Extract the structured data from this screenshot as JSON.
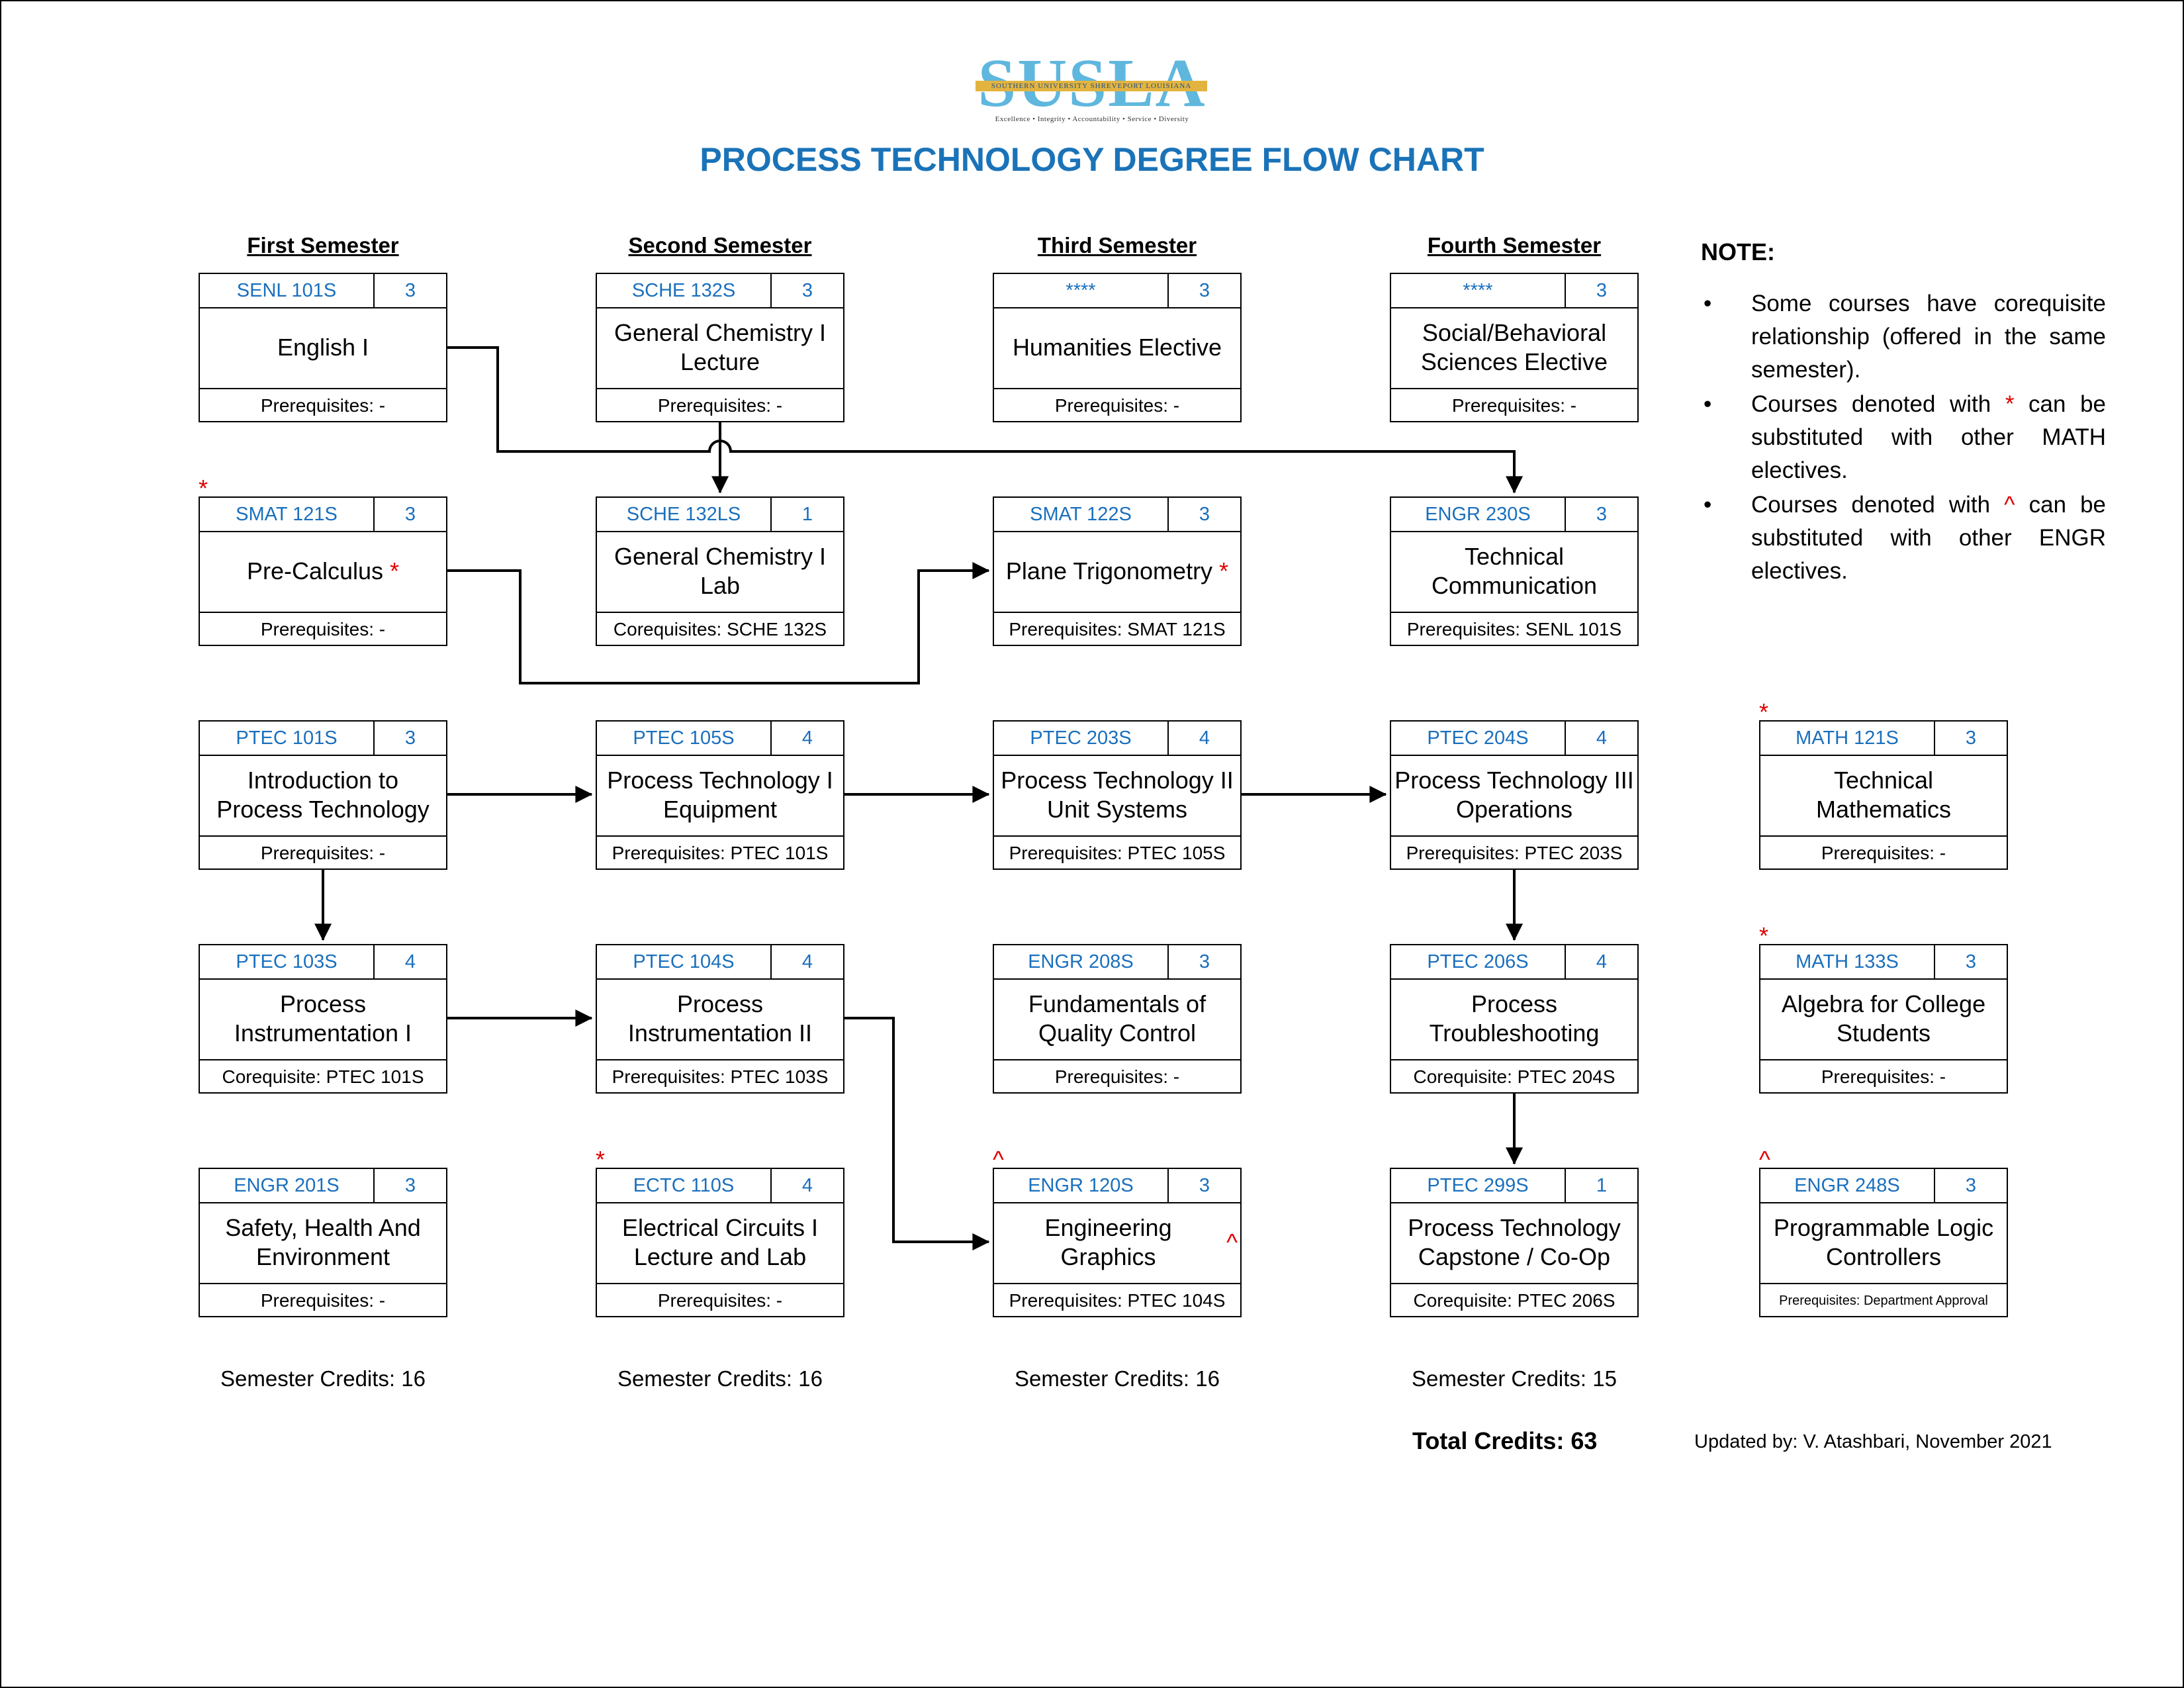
{
  "logo": {
    "text": "SUSLA",
    "band": "SOUTHERN UNIVERSITY SHREVEPORT LOUISIANA",
    "tagline": "Excellence • Integrity • Accountability • Service • Diversity"
  },
  "title": "PROCESS TECHNOLOGY DEGREE FLOW CHART",
  "semesters": [
    "First Semester",
    "Second Semester",
    "Third Semester",
    "Fourth Semester"
  ],
  "courses": [
    {
      "code": "SENL 101S",
      "credits": "3",
      "name": "English I",
      "req": "Prerequisites: -"
    },
    {
      "code": "SCHE 132S",
      "credits": "3",
      "name": "General Chemistry I Lecture",
      "req": "Prerequisites: -"
    },
    {
      "code": "****",
      "credits": "3",
      "name": "Humanities Elective",
      "req": "Prerequisites: -"
    },
    {
      "code": "****",
      "credits": "3",
      "name": "Social/Behavioral Sciences Elective",
      "req": "Prerequisites: -"
    },
    {
      "code": "SMAT 121S",
      "credits": "3",
      "name": "Pre-Calculus",
      "mark": "*",
      "req": "Prerequisites: -"
    },
    {
      "code": "SCHE 132LS",
      "credits": "1",
      "name": "General Chemistry I Lab",
      "req": "Corequisites: SCHE 132S"
    },
    {
      "code": "SMAT 122S",
      "credits": "3",
      "name": "Plane Trigonometry",
      "mark": "*",
      "req": "Prerequisites: SMAT 121S"
    },
    {
      "code": "ENGR 230S",
      "credits": "3",
      "name": "Technical Communication",
      "req": "Prerequisites: SENL 101S"
    },
    {
      "code": "PTEC 101S",
      "credits": "3",
      "name": "Introduction to Process Technology",
      "req": "Prerequisites: -"
    },
    {
      "code": "PTEC 105S",
      "credits": "4",
      "name": "Process Technology I Equipment",
      "req": "Prerequisites: PTEC 101S"
    },
    {
      "code": "PTEC 203S",
      "credits": "4",
      "name": "Process Technology II Unit Systems",
      "req": "Prerequisites: PTEC 105S"
    },
    {
      "code": "PTEC 204S",
      "credits": "4",
      "name": "Process Technology III Operations",
      "req": "Prerequisites: PTEC 203S"
    },
    {
      "code": "MATH 121S",
      "credits": "3",
      "name": "Technical Mathematics",
      "req": "Prerequisites: -"
    },
    {
      "code": "PTEC 103S",
      "credits": "4",
      "name": "Process Instrumentation I",
      "req": "Corequisite: PTEC 101S"
    },
    {
      "code": "PTEC 104S",
      "credits": "4",
      "name": "Process Instrumentation II",
      "req": "Prerequisites: PTEC 103S"
    },
    {
      "code": "ENGR 208S",
      "credits": "3",
      "name": "Fundamentals of Quality Control",
      "req": "Prerequisites: -"
    },
    {
      "code": "PTEC 206S",
      "credits": "4",
      "name": "Process Troubleshooting",
      "req": "Corequisite: PTEC 204S"
    },
    {
      "code": "MATH 133S",
      "credits": "3",
      "name": "Algebra for College Students",
      "req": "Prerequisites: -"
    },
    {
      "code": "ENGR 201S",
      "credits": "3",
      "name": "Safety, Health And Environment",
      "req": "Prerequisites: -"
    },
    {
      "code": "ECTC 110S",
      "credits": "4",
      "name": "Electrical Circuits I Lecture and Lab",
      "req": "Prerequisites: -"
    },
    {
      "code": "ENGR 120S",
      "credits": "3",
      "name": "Engineering Graphics",
      "mark": "^",
      "req": "Prerequisites: PTEC 104S"
    },
    {
      "code": "PTEC 299S",
      "credits": "1",
      "name": "Process Technology Capstone / Co-Op",
      "req": "Corequisite: PTEC 206S"
    },
    {
      "code": "ENGR 248S",
      "credits": "3",
      "name": "Programmable Logic Controllers",
      "req": "Prerequisites: Department Approval"
    }
  ],
  "outside_marks": {
    "smat121": "*",
    "math121": "*",
    "math133": "*",
    "ectc110": "*",
    "engr120": "^",
    "engr248": "^"
  },
  "semester_credits": [
    "Semester Credits: 16",
    "Semester Credits: 16",
    "Semester Credits: 16",
    "Semester Credits: 15"
  ],
  "total": "Total Credits: 63",
  "updated": "Updated by: V. Atashbari, November 2021",
  "note": {
    "title": "NOTE:",
    "items": [
      {
        "pre": "Some courses have corequisite relationship (offered in the same semester).",
        "sym": "",
        "post": ""
      },
      {
        "pre": "Courses denoted with ",
        "sym": "*",
        "post": " can be substituted with other MATH electives."
      },
      {
        "pre": "Courses denoted with ",
        "sym": "^",
        "post": " can be substituted with other ENGR electives."
      }
    ]
  }
}
